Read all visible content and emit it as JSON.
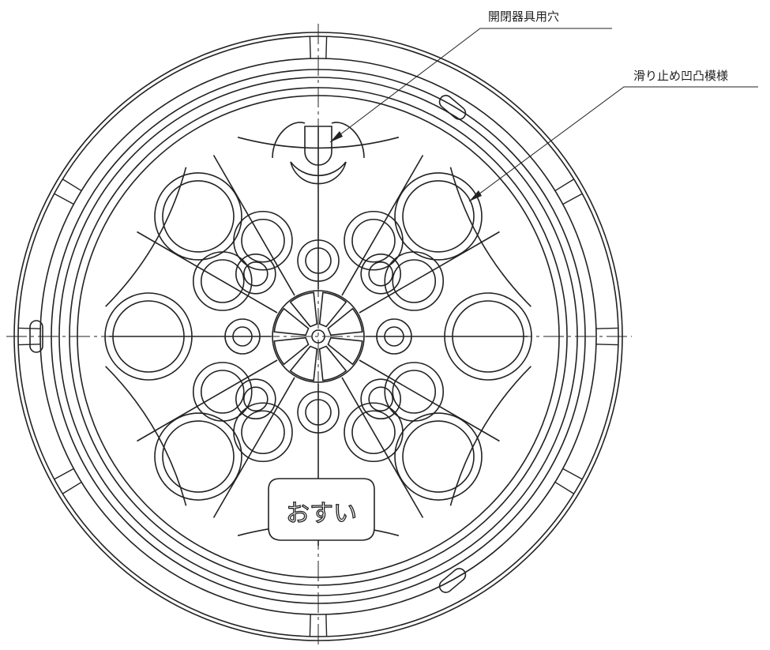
{
  "callouts": {
    "wrench_hole": "開閉器具用穴",
    "antislip_pattern": "滑り止め凹凸模様"
  },
  "cover": {
    "label": "おすい"
  },
  "colors": {
    "line": "#222222",
    "background": "#ffffff"
  }
}
